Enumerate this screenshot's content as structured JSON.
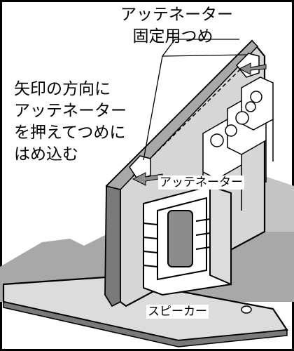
{
  "labels": {
    "attenuator_tab": [
      "アッテネーター",
      "固定用つめ"
    ],
    "instruction": [
      "矢印の方向に",
      "アッテネーター",
      "を押えてつめに",
      "はめ込む"
    ],
    "attenuator": "アッテネーター",
    "speaker": "スピーカー"
  },
  "colors": {
    "outline": "#000000",
    "panel_gray": "#d6d6d6",
    "shadow_gray": "#a8a8a8",
    "dark_gray": "#7a7a7a",
    "arrow_gray": "#8c8c8c",
    "background": "#ffffff"
  }
}
